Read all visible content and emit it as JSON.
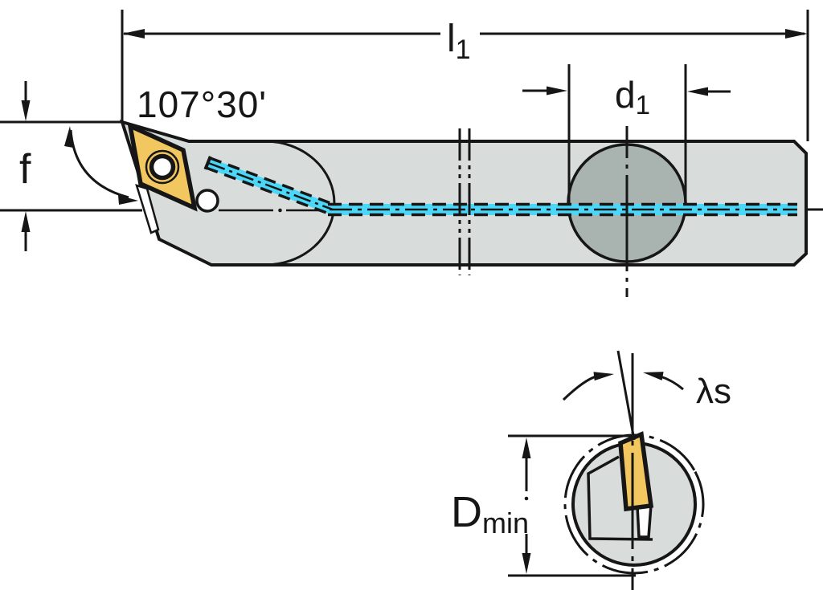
{
  "drawing": {
    "side_view": {
      "angle_label": "107°30'",
      "offset_label": "f",
      "length_label": {
        "main": "l",
        "sub": "1"
      },
      "shank_dia_label": {
        "main": "d",
        "sub": "1"
      }
    },
    "end_view": {
      "inclination_label": "λs",
      "min_bore_label": {
        "main": "D",
        "sub": "min"
      }
    },
    "colors": {
      "insert": "#F2C75F",
      "body": "#D8DCDA",
      "shank": "#A9B3B0",
      "coolant": "#4BD7F7",
      "ink": "#161616",
      "background": "#FFFFFF"
    }
  }
}
